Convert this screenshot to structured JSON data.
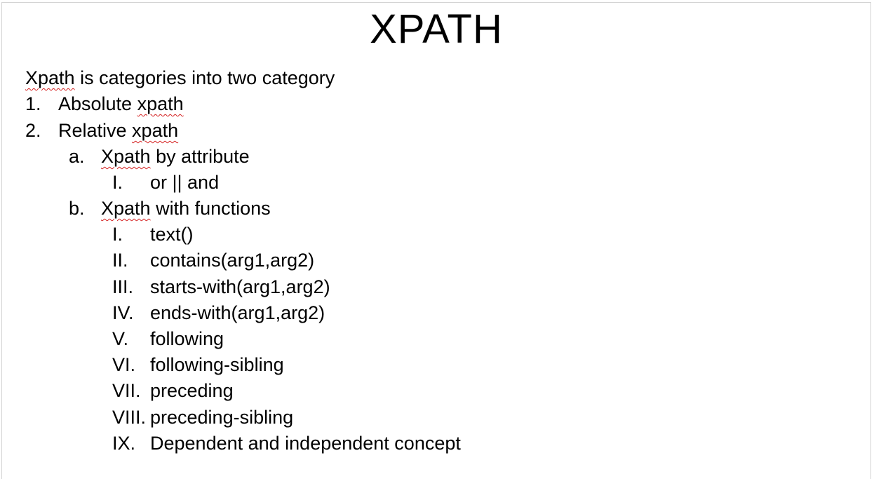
{
  "title": "XPATH",
  "intro": {
    "word": "Xpath",
    "rest": " is categories into two category"
  },
  "numbered": [
    {
      "marker": "1.",
      "prefix": "Absolute ",
      "word": "xpath"
    },
    {
      "marker": "2.",
      "prefix": "Relative ",
      "word": "xpath"
    }
  ],
  "lettered": [
    {
      "marker": "a.",
      "word": "Xpath",
      "rest": " by attribute"
    },
    {
      "marker": "b.",
      "word": "Xpath",
      "rest": " with functions"
    }
  ],
  "attribute_items": [
    {
      "marker": "I.",
      "text": "or || and"
    }
  ],
  "function_items": [
    {
      "marker": "I.",
      "text": "text()"
    },
    {
      "marker": "II.",
      "text": "contains(arg1,arg2)"
    },
    {
      "marker": "III.",
      "text": "starts-with(arg1,arg2)"
    },
    {
      "marker": "IV.",
      "text": "ends-with(arg1,arg2)"
    },
    {
      "marker": "V.",
      "text": "following"
    },
    {
      "marker": "VI.",
      "text": "following-sibling"
    },
    {
      "marker": "VII.",
      "text": "preceding"
    },
    {
      "marker": "VIII.",
      "text": "preceding-sibling"
    },
    {
      "marker": "IX.",
      "text": "Dependent and independent concept"
    }
  ]
}
